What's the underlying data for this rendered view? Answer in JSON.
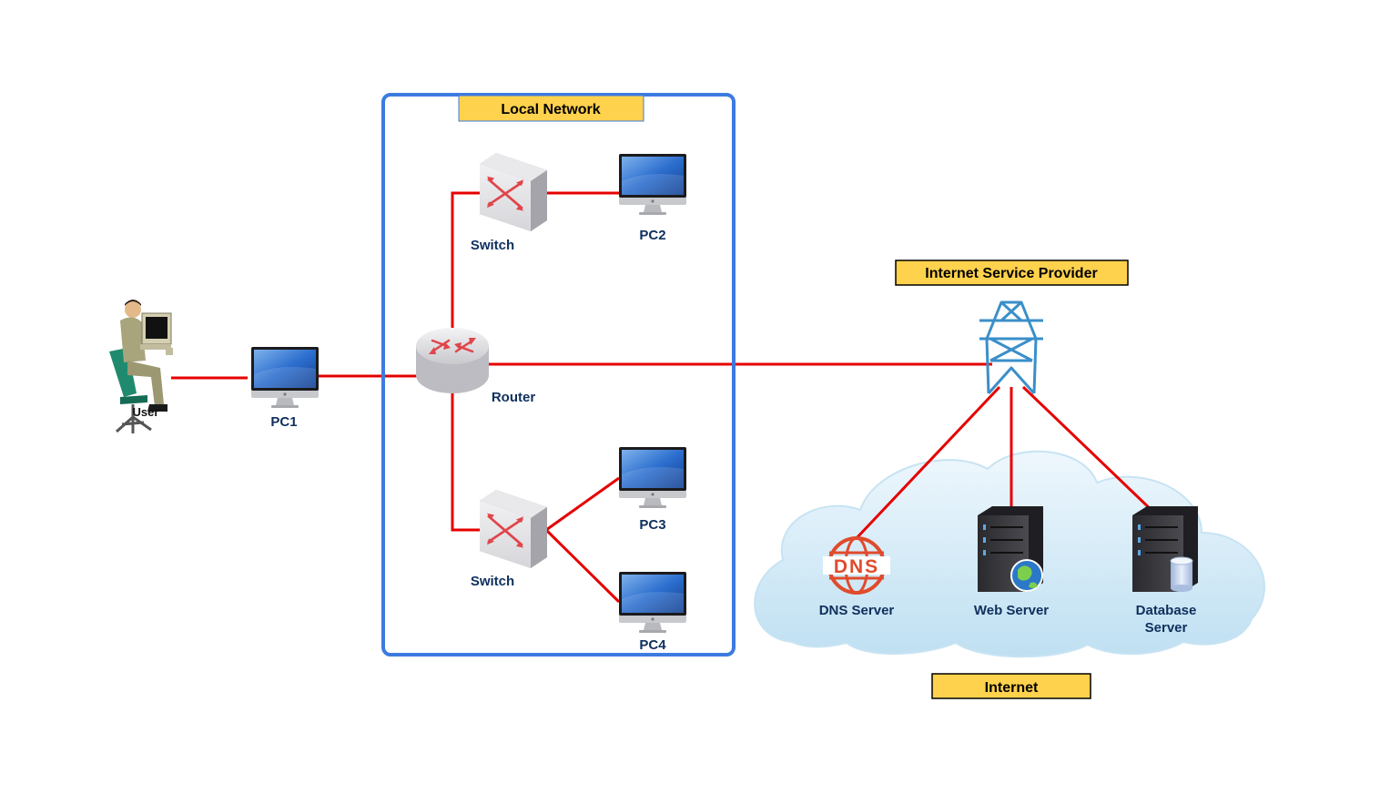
{
  "colors": {
    "link": "#e60000",
    "group_border": "#3c7be0",
    "tag_fill": "#ffd24d",
    "label_text": "#0f2f5c",
    "cloud": "#d4eaf7"
  },
  "groups": {
    "local_network": {
      "label": "Local Network"
    },
    "isp": {
      "label": "Internet Service Provider"
    },
    "internet": {
      "label": "Internet"
    }
  },
  "nodes": {
    "user": {
      "label": "User",
      "icon": "user-at-computer-icon"
    },
    "pc1": {
      "label": "PC1",
      "icon": "desktop-computer-icon"
    },
    "router": {
      "label": "Router",
      "icon": "router-icon"
    },
    "switch_top": {
      "label": "Switch",
      "icon": "switch-icon"
    },
    "switch_bottom": {
      "label": "Switch",
      "icon": "switch-icon"
    },
    "pc2": {
      "label": "PC2",
      "icon": "desktop-computer-icon"
    },
    "pc3": {
      "label": "PC3",
      "icon": "desktop-computer-icon"
    },
    "pc4": {
      "label": "PC4",
      "icon": "desktop-computer-icon"
    },
    "tower": {
      "label": "",
      "icon": "transmission-tower-icon"
    },
    "dns": {
      "label": "DNS Server",
      "icon": "dns-icon",
      "icon_text": "DNS"
    },
    "web": {
      "label": "Web Server",
      "icon": "web-server-icon"
    },
    "db": {
      "label_line1": "Database",
      "label_line2": "Server",
      "icon": "database-server-icon"
    }
  },
  "links": [
    [
      "user",
      "pc1"
    ],
    [
      "pc1",
      "router"
    ],
    [
      "router",
      "switch_top"
    ],
    [
      "switch_top",
      "pc2"
    ],
    [
      "router",
      "switch_bottom"
    ],
    [
      "switch_bottom",
      "pc3"
    ],
    [
      "switch_bottom",
      "pc4"
    ],
    [
      "router",
      "tower"
    ],
    [
      "tower",
      "dns"
    ],
    [
      "tower",
      "web"
    ],
    [
      "tower",
      "db"
    ]
  ]
}
